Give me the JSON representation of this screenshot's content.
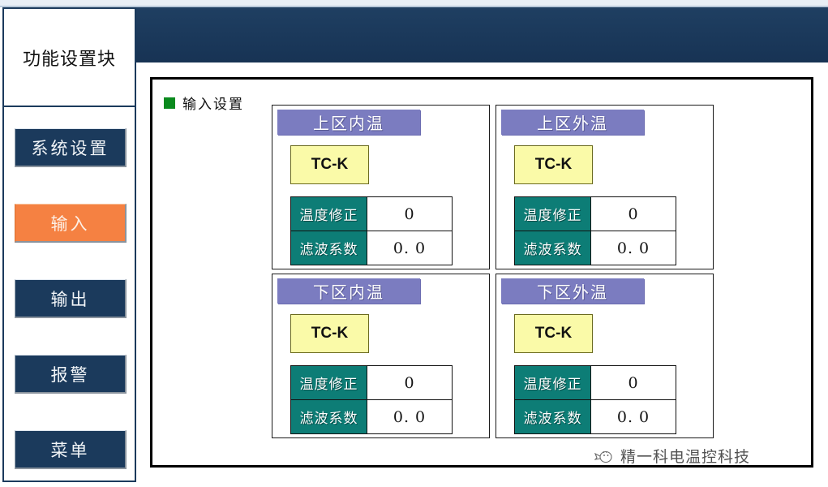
{
  "sidebar": {
    "title": "功能设置块",
    "items": [
      {
        "label": "系统设置",
        "active": false
      },
      {
        "label": "输入",
        "active": true
      },
      {
        "label": "输出",
        "active": false
      },
      {
        "label": "报警",
        "active": false
      },
      {
        "label": "菜单",
        "active": false
      }
    ]
  },
  "main": {
    "section_title": "输入设置",
    "bullet_color": "#0a8a1e",
    "panels": [
      {
        "title": "上区内温",
        "sensor_type": "TC-K",
        "params": [
          {
            "label": "温度修正",
            "value": "0"
          },
          {
            "label": "滤波系数",
            "value": "0. 0"
          }
        ]
      },
      {
        "title": "上区外温",
        "sensor_type": "TC-K",
        "params": [
          {
            "label": "温度修正",
            "value": "0"
          },
          {
            "label": "滤波系数",
            "value": "0. 0"
          }
        ]
      },
      {
        "title": "下区内温",
        "sensor_type": "TC-K",
        "params": [
          {
            "label": "温度修正",
            "value": "0"
          },
          {
            "label": "滤波系数",
            "value": "0. 0"
          }
        ]
      },
      {
        "title": "下区外温",
        "sensor_type": "TC-K",
        "params": [
          {
            "label": "温度修正",
            "value": "0"
          },
          {
            "label": "滤波系数",
            "value": "0. 0"
          }
        ]
      }
    ]
  },
  "watermark": {
    "text": "精一科电温控科技",
    "icon": "chick-icon"
  },
  "colors": {
    "navy": "#1b3a5c",
    "active_orange": "#f58142",
    "panel_title": "#7b7cc0",
    "param_label_teal": "#0d7d76",
    "sensor_yellow": "#fafaa8",
    "bullet_green": "#0a8a1e"
  }
}
